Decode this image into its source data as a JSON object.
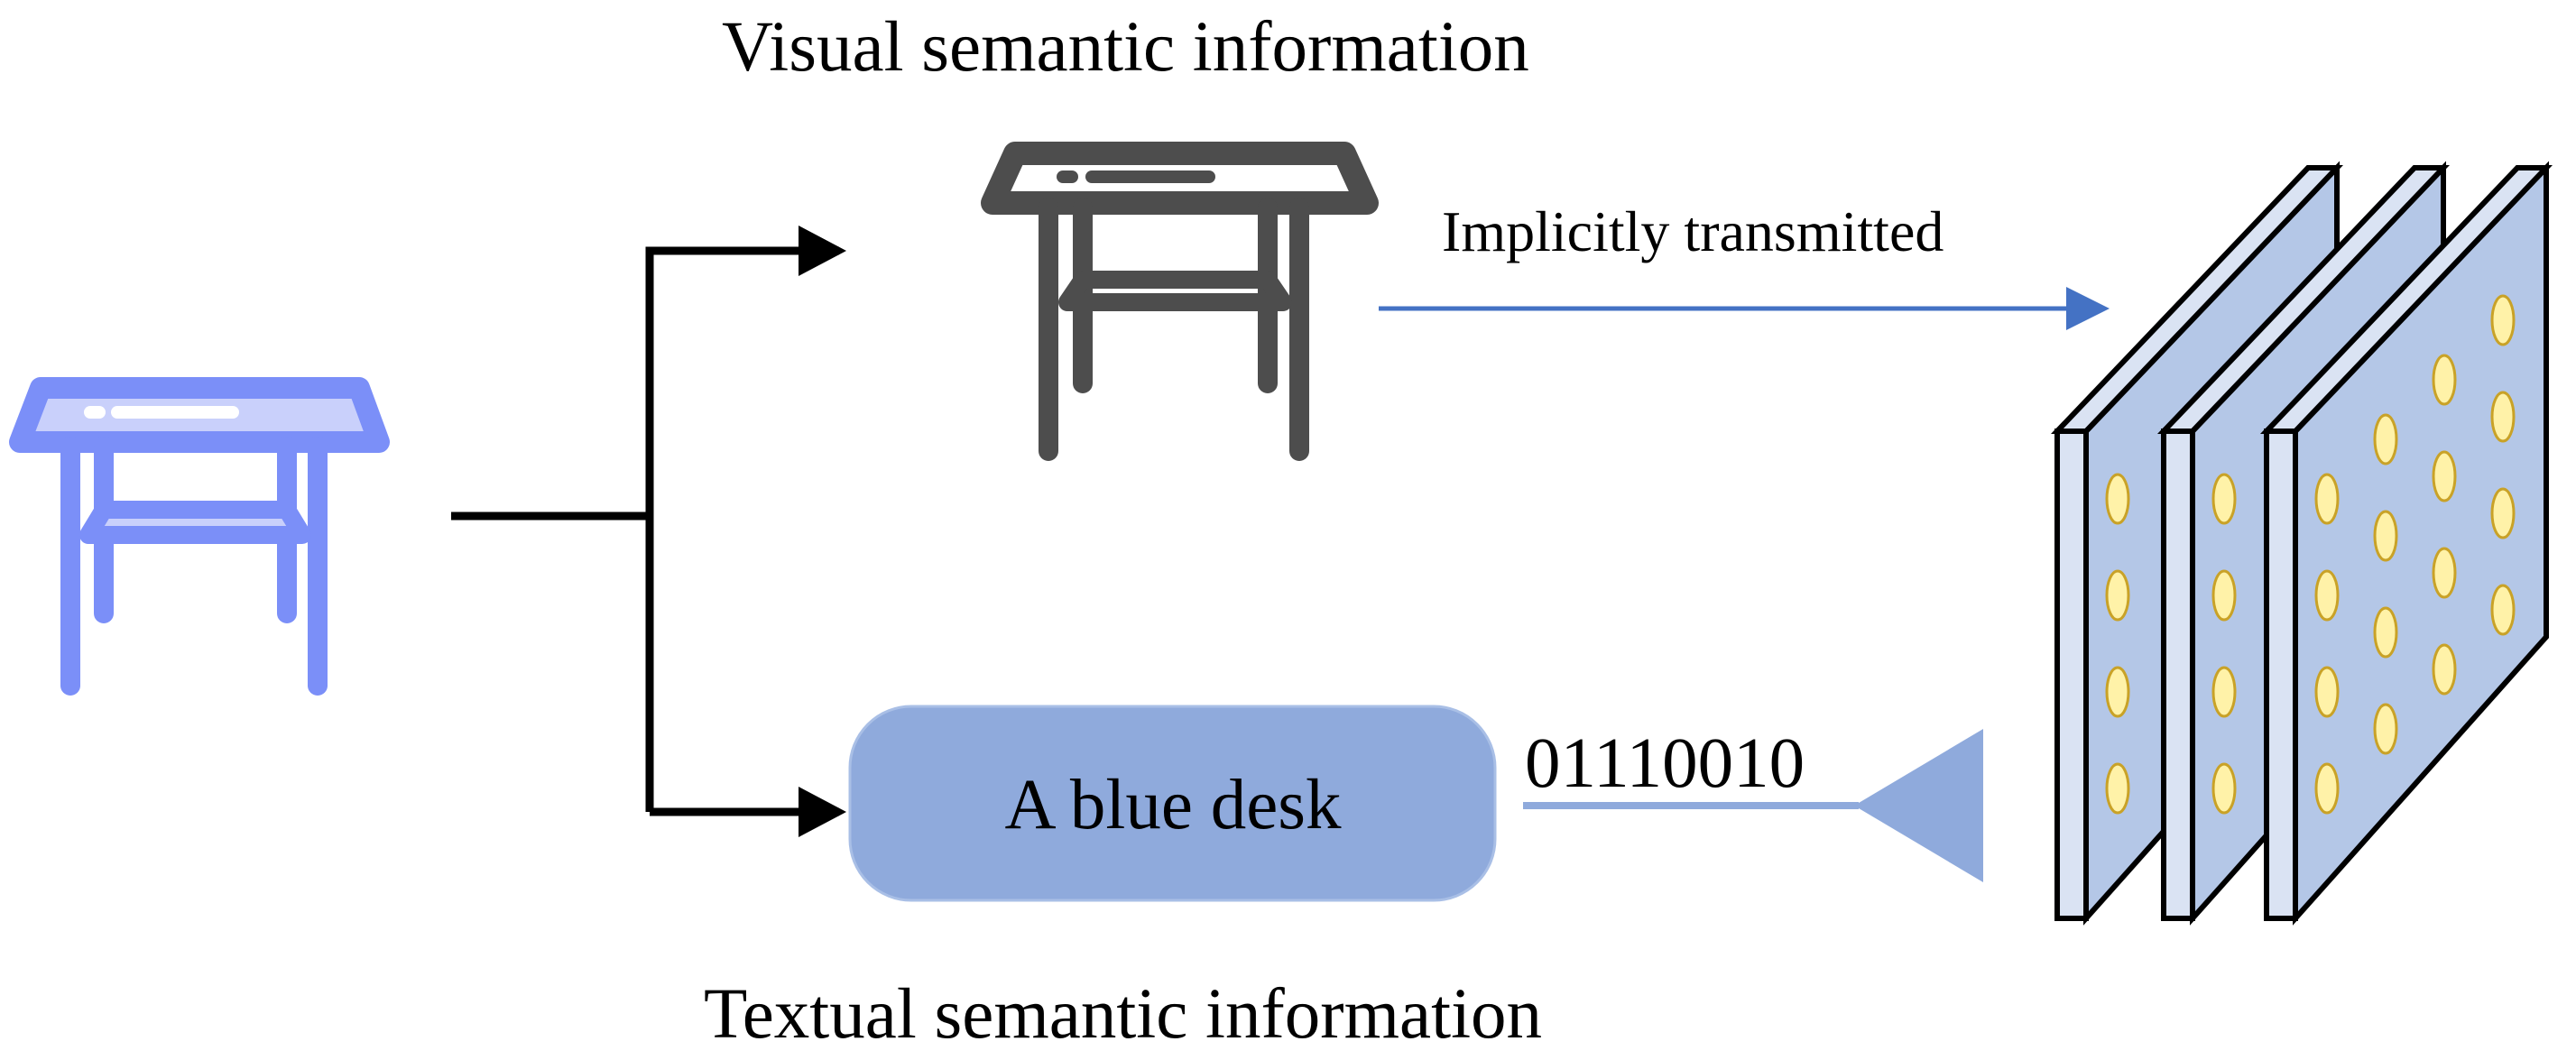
{
  "labels": {
    "visual_title": "Visual semantic information",
    "textual_title": "Textual semantic information",
    "implicit_label": "Implicitly transmitted",
    "text_box": "A blue desk",
    "bits": "01110010"
  },
  "icons": {
    "source": "desk-icon",
    "visual": "desk-icon",
    "channel": "antenna-icon",
    "receiver": "metasurface-panels-icon"
  },
  "colors": {
    "source_desk": "#7b8ff8",
    "source_desk_top": "#c9d0fb",
    "visual_desk": "#4d4d4d",
    "text_box_fill": "#8faadc",
    "implicit_arrow": "#4472c4",
    "link_line": "#8faadc",
    "panel_face": "#b4c7e7",
    "panel_side": "#dae3f3",
    "panel_element_fill": "#fff2a8",
    "panel_element_stroke": "#c9a227",
    "connector": "#000000"
  }
}
